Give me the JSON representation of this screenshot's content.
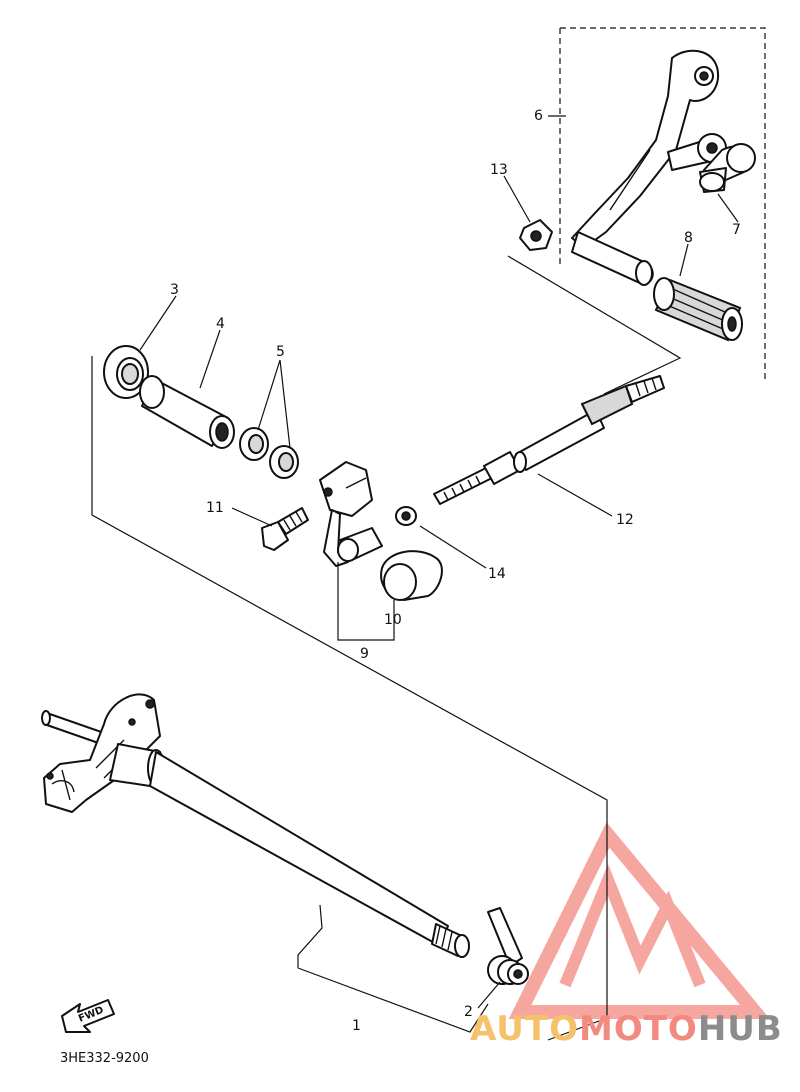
{
  "diagram": {
    "part_numbers": {
      "p1": "1",
      "p2": "2",
      "p3": "3",
      "p4": "4",
      "p5": "5",
      "p6": "6",
      "p7": "7",
      "p8": "8",
      "p9": "9",
      "p10": "10",
      "p11": "11",
      "p12": "12",
      "p13": "13",
      "p14": "14"
    },
    "direction_label": "FWD",
    "drawing_code": "3HE332-9200"
  },
  "watermark": {
    "text_auto": "AUTO",
    "text_moto": "MOTO",
    "text_hub": "HUB",
    "color_auto": "#f5c26b",
    "color_moto": "#f28a80",
    "color_hub": "#8c8c8c",
    "logo_color": "#f28a80"
  }
}
